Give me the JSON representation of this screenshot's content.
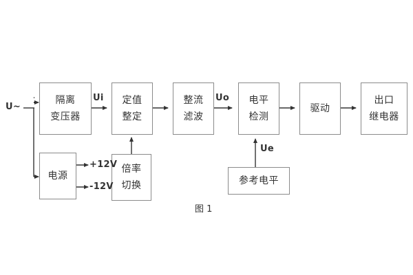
{
  "figure": {
    "caption": "图 1",
    "input_label": "U~",
    "line_color": "#8a8a8a",
    "text_color": "#333333",
    "background": "#ffffff"
  },
  "blocks": {
    "isolation_transformer": {
      "line1": "隔离",
      "line2": "变压器"
    },
    "setting_value": {
      "line1": "定值",
      "line2": "整定"
    },
    "rectify_filter": {
      "line1": "整流",
      "line2": "滤波"
    },
    "level_detect": {
      "line1": "电平",
      "line2": "检测"
    },
    "drive": {
      "line1": "驱动",
      "line2": ""
    },
    "output_relay": {
      "line1": "出口",
      "line2": "继电器"
    },
    "power_supply": {
      "line1": "电源",
      "line2": ""
    },
    "multiplier_switch": {
      "line1": "倍率",
      "line2": "切换"
    },
    "reference_level": {
      "line1": "参考电平",
      "line2": ""
    }
  },
  "signals": {
    "ui": "Ui",
    "uo": "Uo",
    "ue": "Ue",
    "rail_positive": "+12V",
    "rail_negative": "-12V"
  }
}
